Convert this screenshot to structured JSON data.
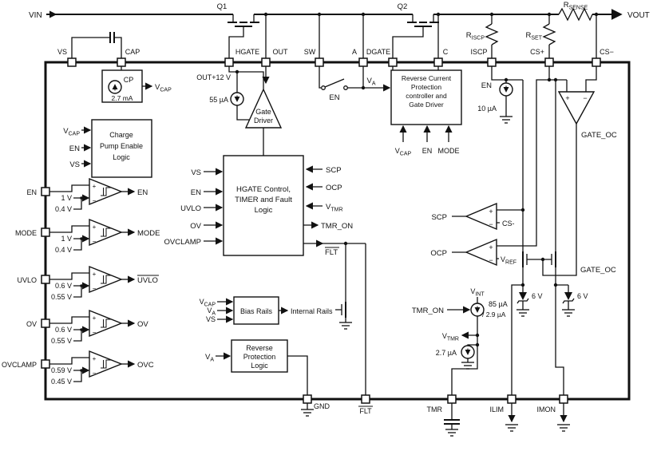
{
  "nets": {
    "vin": "VIN",
    "vout": "VOUT",
    "q1": "Q1",
    "q2": "Q2",
    "en": "EN",
    "vs": "VS",
    "mode": "MODE",
    "uvlo": "UVLO",
    "ov": "OV",
    "ovc": "OVC",
    "ovclamp": "OVCLAMP",
    "scp": "SCP",
    "ocp": "OCP",
    "tmr_on": "TMR_ON",
    "flt": "FLT",
    "gate_oc": "GATE_OC",
    "cs_minus": "CS-",
    "internal_rails": "Internal Rails",
    "six_v": "6 V",
    "cp": "CP",
    "plus": "+",
    "minus": "−"
  },
  "sub": {
    "v": "V",
    "r": "R",
    "cap": "CAP",
    "a": "A",
    "tmr": "TMR",
    "ref": "REF",
    "int": "INT",
    "sense": "SENSE",
    "iscp": "ISCP",
    "set": "SET"
  },
  "pins": {
    "vs": "VS",
    "cap": "CAP",
    "hgate": "HGATE",
    "out": "OUT",
    "sw": "SW",
    "a": "A",
    "dgate": "DGATE",
    "c": "C",
    "iscp": "ISCP",
    "cs_plus": "CS+",
    "cs_minus": "CS−",
    "en": "EN",
    "mode": "MODE",
    "uvlo": "UVLO",
    "ov": "OV",
    "ovclamp": "OVCLAMP",
    "gnd": "GND",
    "flt": "FLT",
    "tmr": "TMR",
    "ilim": "ILIM",
    "imon": "IMON"
  },
  "values": {
    "cp_current": "2.7 mA",
    "gd_current": "55 µA",
    "gd_supply": "OUT+12 V",
    "en_current": "10 µA",
    "tmr_current_hi": "85 µA",
    "tmr_current_lo": "/ 2.9 µA",
    "pd_current": "2.7 µA"
  },
  "comparators": {
    "en": {
      "hi": "1 V",
      "lo": "0.4 V"
    },
    "mode": {
      "hi": "1 V",
      "lo": "0.4 V"
    },
    "uvlo": {
      "hi": "0.6 V",
      "lo": "0.55 V"
    },
    "ov": {
      "hi": "0.6 V",
      "lo": "0.55 V"
    },
    "ovc": {
      "hi": "0.59 V",
      "lo": "0.45 V"
    }
  },
  "blocks": {
    "cpel": {
      "l1": "Charge",
      "l2": "Pump Enable",
      "l3": "Logic"
    },
    "gate_driver": {
      "l1": "Gate",
      "l2": "Driver"
    },
    "hgate": {
      "l1": "HGATE Control,",
      "l2": "TIMER and Fault",
      "l3": "Logic"
    },
    "rcp": {
      "l1": "Reverse Current",
      "l2": "Protection",
      "l3": "controller and",
      "l4": "Gate Driver"
    },
    "bias": {
      "l1": "Bias Rails"
    },
    "rpl": {
      "l1": "Reverse",
      "l2": "Protection",
      "l3": "Logic"
    }
  }
}
